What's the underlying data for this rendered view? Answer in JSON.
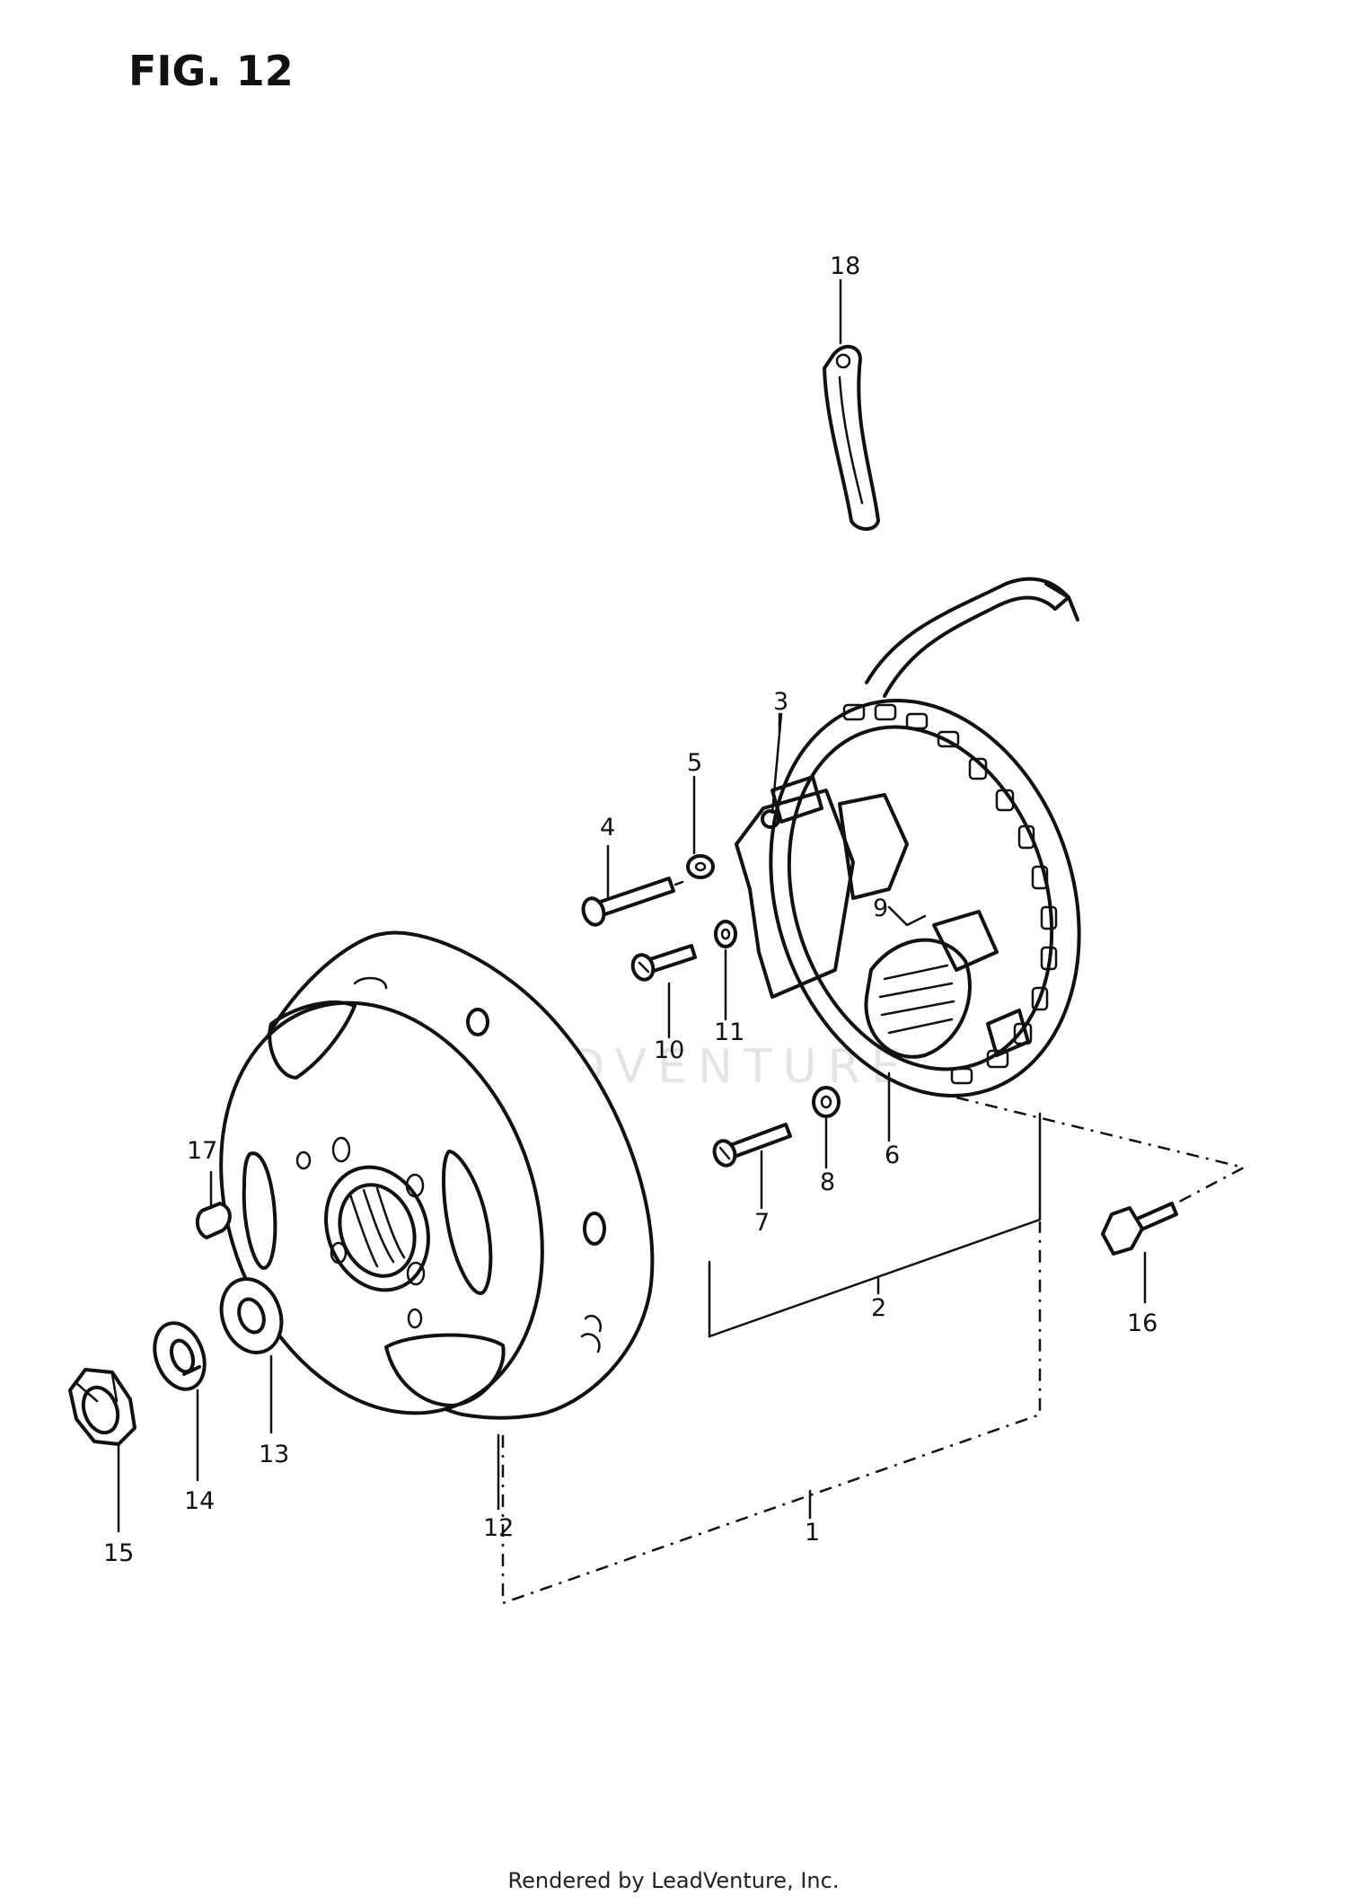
{
  "figure": {
    "title": "FIG. 12"
  },
  "parts": [
    {
      "id": "1",
      "label": "1"
    },
    {
      "id": "2",
      "label": "2"
    },
    {
      "id": "3",
      "label": "3"
    },
    {
      "id": "4",
      "label": "4"
    },
    {
      "id": "5",
      "label": "5"
    },
    {
      "id": "6",
      "label": "6"
    },
    {
      "id": "7",
      "label": "7"
    },
    {
      "id": "8",
      "label": "8"
    },
    {
      "id": "9",
      "label": "9"
    },
    {
      "id": "10",
      "label": "10"
    },
    {
      "id": "11",
      "label": "11"
    },
    {
      "id": "12",
      "label": "12"
    },
    {
      "id": "13",
      "label": "13"
    },
    {
      "id": "14",
      "label": "14"
    },
    {
      "id": "15",
      "label": "15"
    },
    {
      "id": "16",
      "label": "16"
    },
    {
      "id": "17",
      "label": "17"
    },
    {
      "id": "18",
      "label": "18"
    }
  ],
  "watermark": {
    "text": "LEADVENTURE"
  },
  "footer": {
    "credit": "Rendered by LeadVenture, Inc."
  }
}
